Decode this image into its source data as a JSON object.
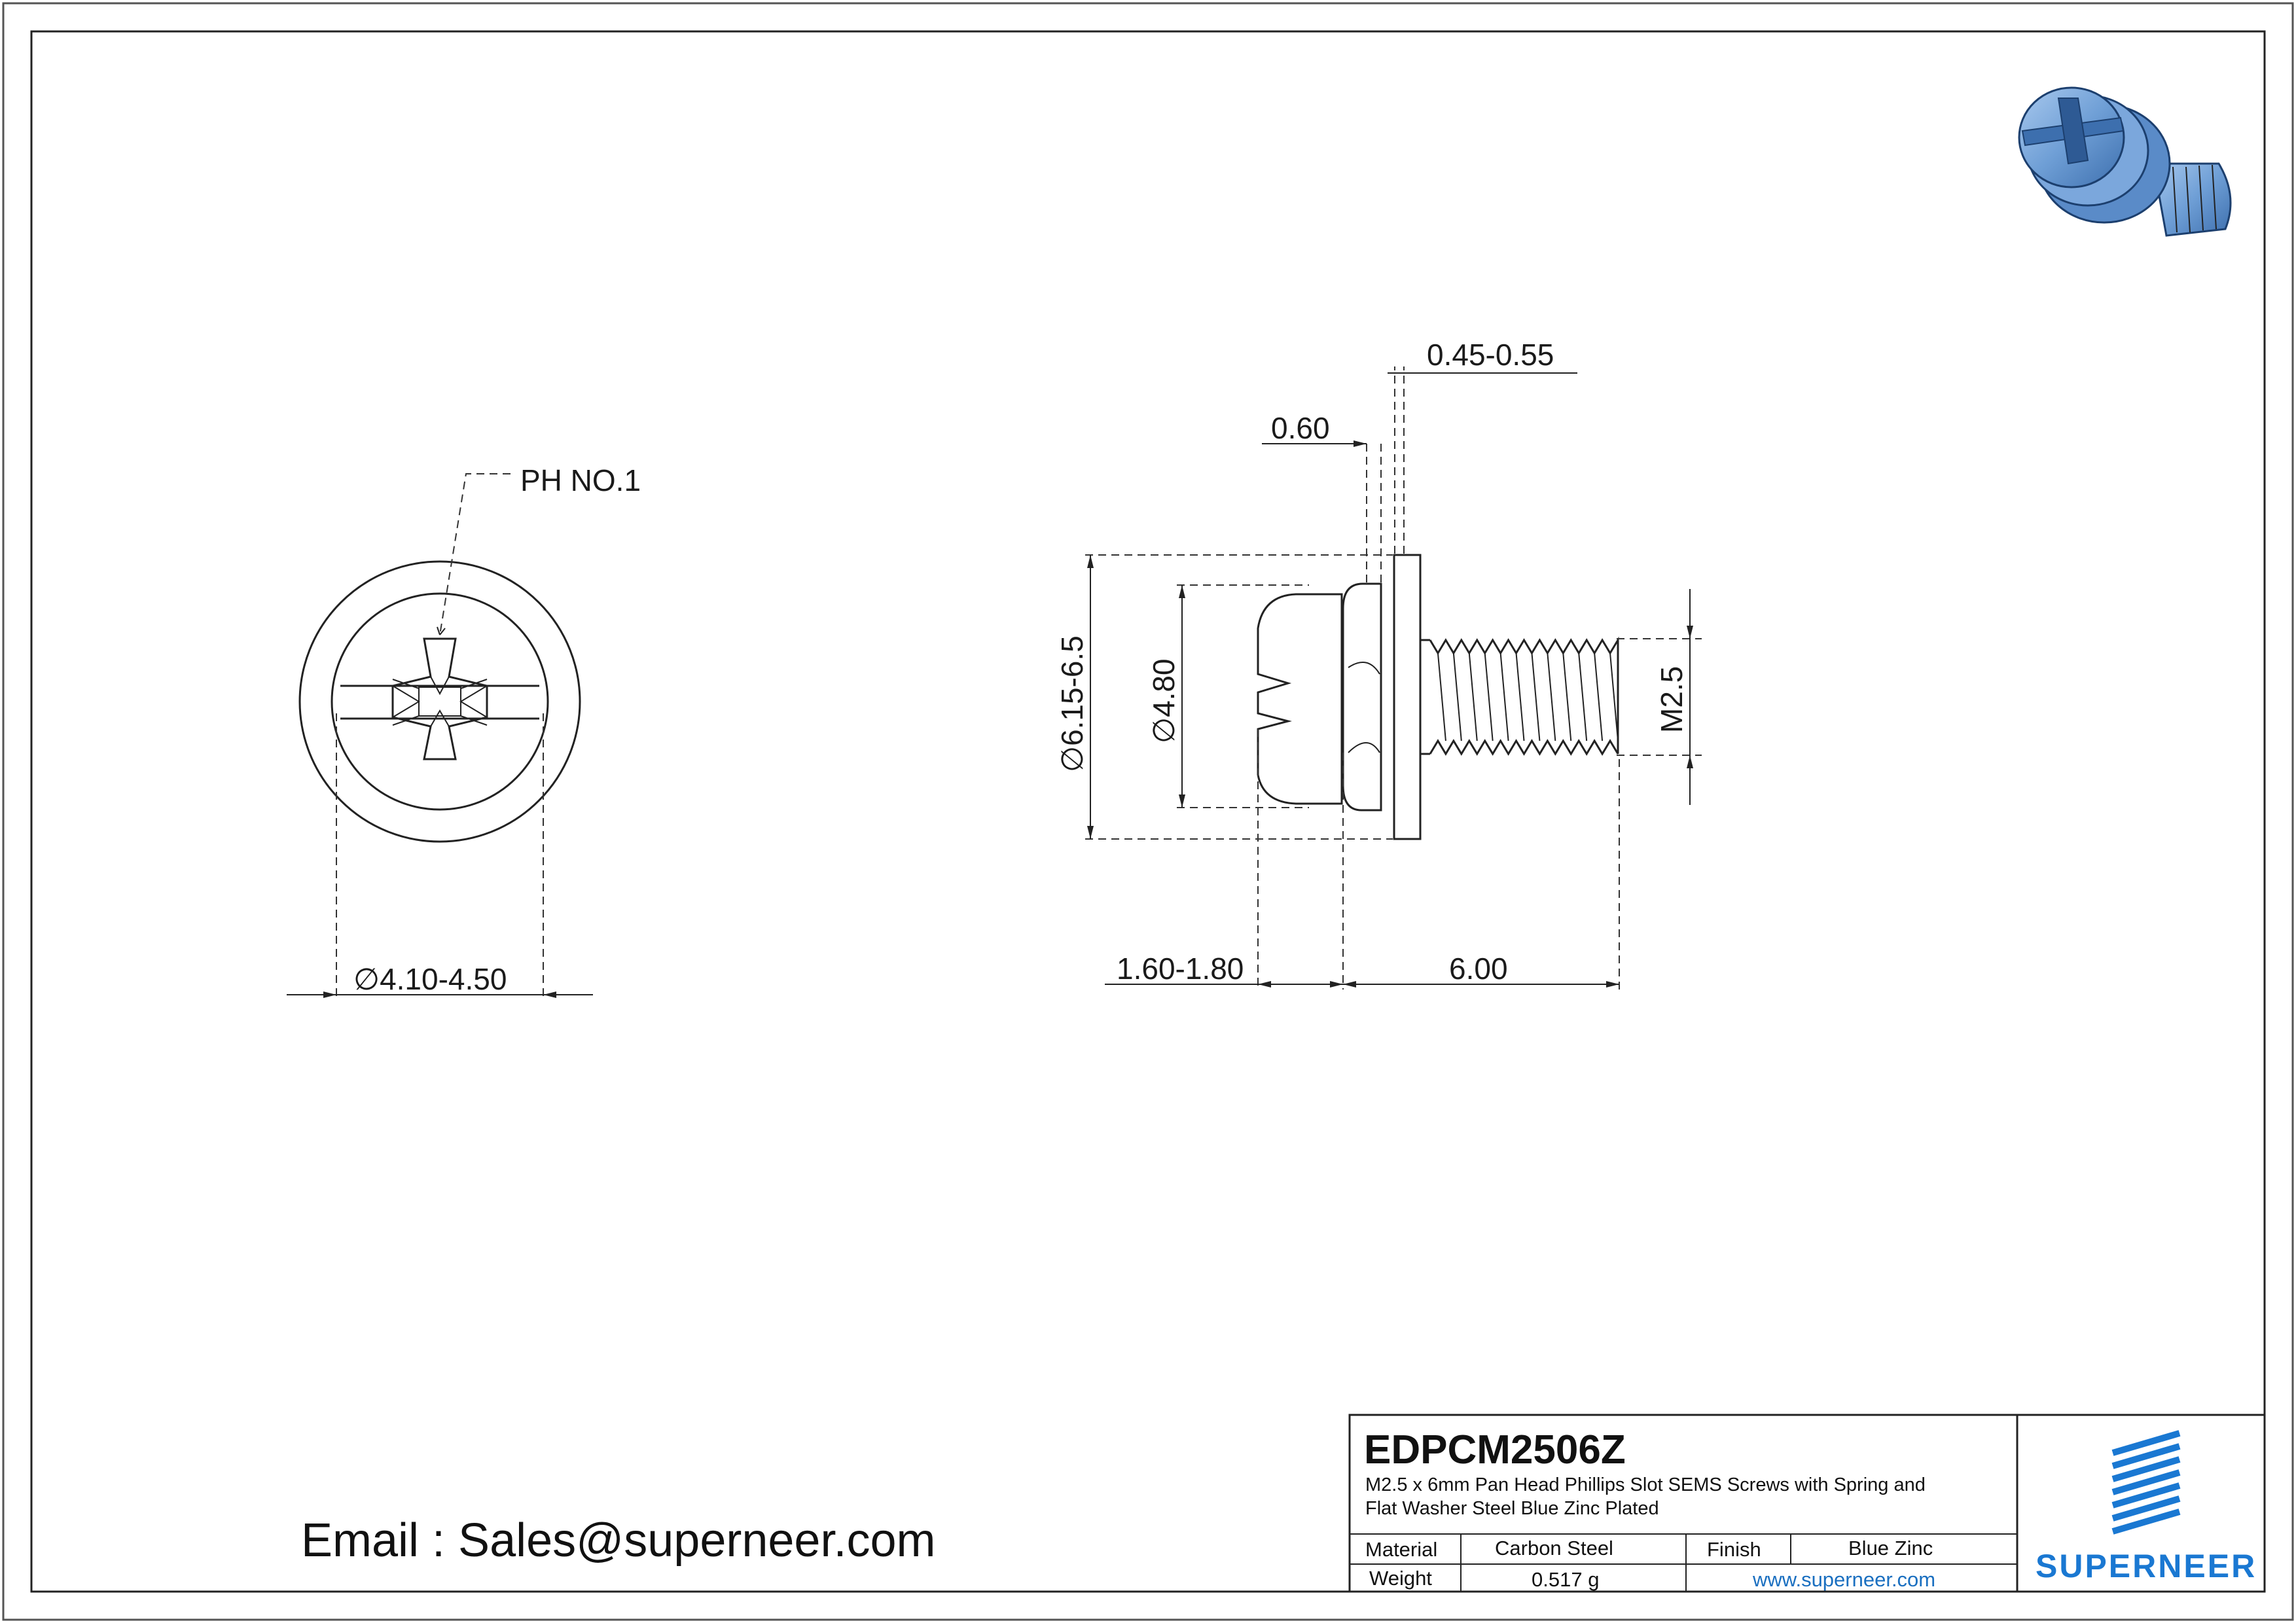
{
  "part": {
    "code": "EDPCM2506Z",
    "description_line1": "M2.5 x 6mm Pan Head Phillips Slot SEMS Screws with Spring and",
    "description_line2": "Flat Washer Steel Blue Zinc Plated"
  },
  "dimensions": {
    "drive": "PH NO.1",
    "head_recess_dia": "∅4.10-4.50",
    "washer_thickness": "0.45-0.55",
    "spring_thickness": "0.60",
    "washer_dia": "∅6.15-6.5",
    "head_dia": "∅4.80",
    "thread": "M2.5",
    "head_height": "1.60-1.80",
    "length": "6.00"
  },
  "contact": {
    "email": "Email : Sales@superneer.com"
  },
  "title_block": {
    "material_label": "Material",
    "material_value": "Carbon Steel",
    "finish_label": "Finish",
    "finish_value": "Blue Zinc",
    "weight_label": "Weight",
    "weight_value": "0.517 g",
    "website": "www.superneer.com"
  },
  "brand": {
    "name": "SUPERNEER",
    "color": "#1a78d2"
  },
  "colors": {
    "screw_blue": "#6f9fd6",
    "line": "#222222"
  }
}
